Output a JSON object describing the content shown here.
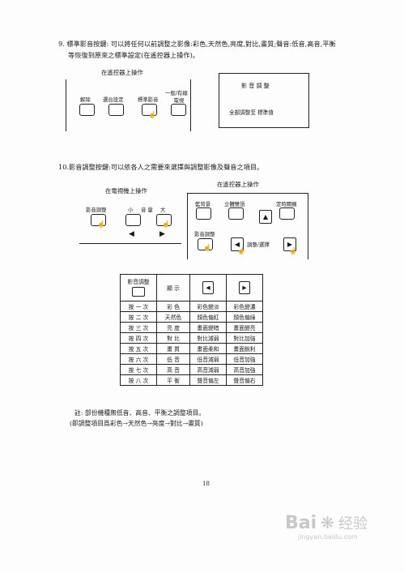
{
  "section9": {
    "line1": "9. 標準影音按鍵: 可以將任何以前調整之影像:彩色,天然色,亮度,對比,畫質;聲音:低音,高音,平衡",
    "line2": "等恢復到原來之標準設定(在遙控器上操作)。",
    "remote_title": "在遙控器上操作",
    "keys": [
      "解除",
      "選台設定",
      "標準影音"
    ],
    "key4_line1": "一般/有線",
    "key4_line2": "電視",
    "osd_title": "影 音 調 整",
    "osd_text": "全部調整至 標準值"
  },
  "section10": {
    "heading": "10.影音調整按鍵:可以依各人之需要來選擇與調整影像及聲音之項目。",
    "tv_title": "在電視機上操作",
    "tv_key": "影音調整",
    "volume_small": "小",
    "volume_label": "音 量",
    "volume_big": "大",
    "remote_title": "在遙控器上操作",
    "remote_keys": [
      "藍背景",
      "立體雙語",
      "定時關機",
      "影音調整"
    ],
    "select_label": "調整/選擇"
  },
  "table": {
    "head_key": "影音調整",
    "head_display": "顯 示",
    "rows": [
      [
        "按 一 次",
        "彩 色",
        "彩色變淡",
        "彩色變濃"
      ],
      [
        "按 二 次",
        "天然色",
        "顏色偏紅",
        "顏色偏綠"
      ],
      [
        "按 三 次",
        "亮 度",
        "畫面變暗",
        "畫面變亮"
      ],
      [
        "按 四 次",
        "對 比",
        "對比減弱",
        "對比加強"
      ],
      [
        "按 五 次",
        "畫 質",
        "畫面柔和",
        "畫面銳利"
      ],
      [
        "按 六 次",
        "低 音",
        "低音減弱",
        "低音加強"
      ],
      [
        "按 七 次",
        "高 音",
        "高音減弱",
        "高音加強"
      ],
      [
        "按 八 次",
        "平 衡",
        "聲音偏左",
        "聲音偏右"
      ]
    ]
  },
  "note": {
    "line1": "註: 部份機種無低音、高音、平衡之調整項目。",
    "line2": "(即調整項目爲彩色→天然色→亮度→對比→畫質)"
  },
  "page_number": "18",
  "watermark": {
    "brand": "Bai",
    "brand2": "经验",
    "url": "jingyan.baidu.com"
  }
}
